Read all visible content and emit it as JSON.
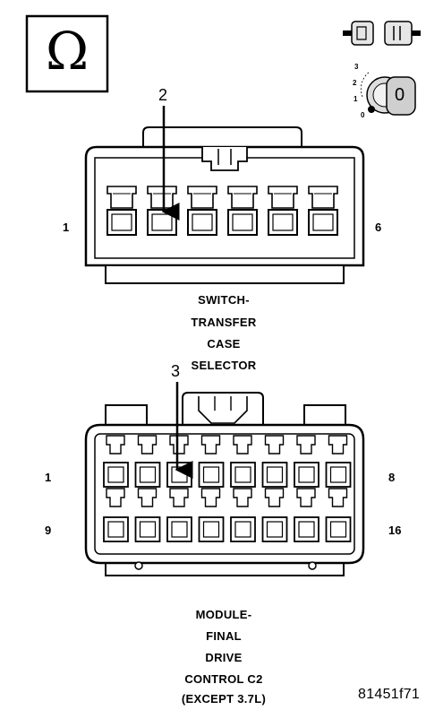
{
  "legend_box": {
    "symbol": "Ω",
    "icon": "ohm-symbol-icon"
  },
  "top_right_icons": {
    "connector_icon": "disconnected-connector-icon",
    "ignition_icon": "ignition-key-off-icon",
    "key_positions": [
      "3",
      "2",
      "1",
      "0"
    ],
    "key_label": "0"
  },
  "connector_1": {
    "callout": "2",
    "pin_left": "1",
    "pin_right": "6",
    "caption": [
      "SWITCH-",
      "TRANSFER",
      "CASE",
      "SELECTOR"
    ]
  },
  "connector_2": {
    "callout": "3",
    "pin_top_left": "1",
    "pin_top_right": "8",
    "pin_bottom_left": "9",
    "pin_bottom_right": "16",
    "caption": [
      "MODULE-",
      "FINAL",
      "DRIVE",
      "CONTROL C2",
      "(EXCEPT 3.7L)"
    ]
  },
  "figure_id": "81451f71"
}
